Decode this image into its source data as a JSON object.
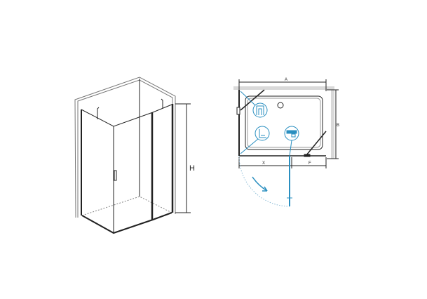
{
  "iso_view": {
    "height_label": "H"
  },
  "plan_view": {
    "width_label": "A",
    "depth_label": "B",
    "door_label": "X",
    "fixed_label": "F"
  },
  "colors": {
    "line": "#222222",
    "wall": "#d9d9d9",
    "accent": "#2a8fc0"
  },
  "icons": [
    "shower-tray-icon",
    "wall-profile-icon",
    "hinge-icon"
  ]
}
